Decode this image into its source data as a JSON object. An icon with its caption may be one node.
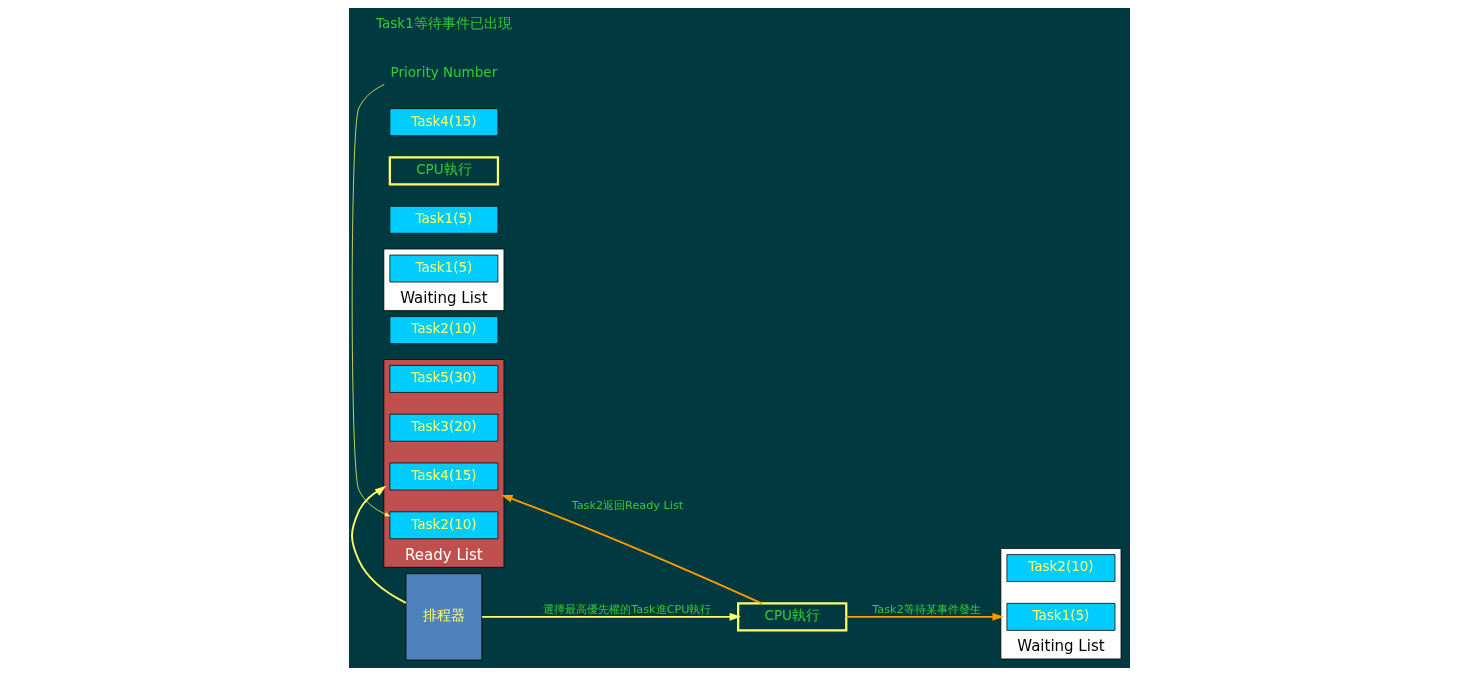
{
  "diagram": {
    "nodes": [
      {
        "text": [
          "Ready List"
        ]
      },
      {
        "text": [
          "Task5(30)"
        ],
        "in": 0
      },
      {
        "text": [
          "Task3(20)"
        ],
        "in": 0
      },
      {
        "text": [
          "Task4(15)"
        ],
        "in": 0
      },
      {
        "text": [
          "Task2(10)"
        ],
        "in": 0
      },
      {
        "text": [
          "排程器"
        ]
      },
      {
        "text": [
          "Task2(10)"
        ]
      },
      {
        "text": [
          "CPU執行"
        ]
      },
      {
        "text": [
          "Waiting List"
        ]
      },
      {
        "text": [
          "Task1(5)"
        ],
        "in": 8
      },
      {
        "text": [
          "Waiting List"
        ]
      },
      {
        "text": [
          "Task2(10)"
        ],
        "in": 10
      },
      {
        "text": [
          "Task1(5)"
        ],
        "in": 10
      },
      {
        "text": [
          "Task1(5)"
        ]
      },
      {
        "text": [
          "CPU執行"
        ]
      },
      {
        "text": [
          "Task4(15)"
        ]
      },
      {
        "text": [
          "Priority Number"
        ]
      }
    ],
    "edges": [
      {
        "from": 5,
        "to": 0,
        "arrow": "to"
      },
      {
        "from": 5,
        "to": 7,
        "arrow": "to",
        "label": "選擇最高優先權的Task進CPU執行"
      },
      {
        "from": 7,
        "to": 0,
        "arrow": "to",
        "label": "Task2返回Ready List",
        "color": "#ff9900"
      },
      {
        "from": 7,
        "to": 10,
        "arrow": "to",
        "label": "Task2等待某事件發生",
        "color": "#ff9900"
      },
      {
        "from": 16,
        "to": 4,
        "arrow": "to"
      }
    ],
    "labels": [
      "Task1等待事件已出現"
    ]
  }
}
